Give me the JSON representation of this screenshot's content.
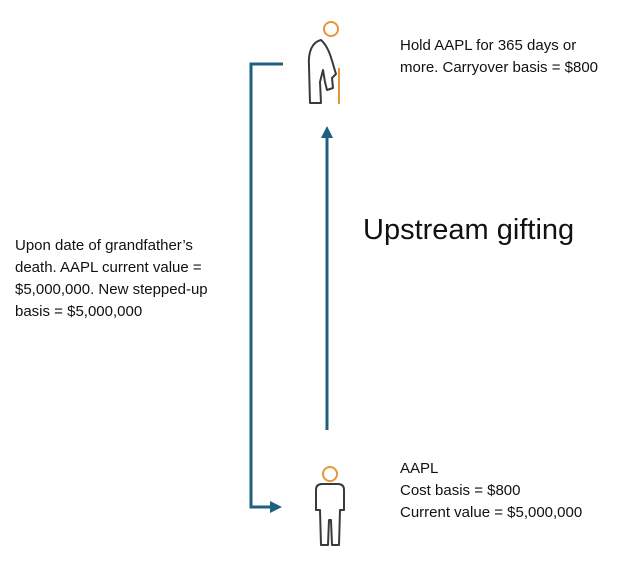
{
  "grandfather_note": [
    "Hold AAPL for 365 days or",
    "more. Carryover basis = $800"
  ],
  "death_note": [
    "Upon date of grandfather’s",
    "death. AAPL current value =",
    "$5,000,000. New stepped-up",
    "basis = $5,000,000"
  ],
  "title": "Upstream gifting",
  "grandchild_note": [
    "AAPL",
    "Cost basis = $800",
    "Current value = $5,000,000"
  ],
  "colors": {
    "arrow": "#1f5f7f",
    "accent": "#e8953a",
    "figure": "#3a3a3a"
  }
}
